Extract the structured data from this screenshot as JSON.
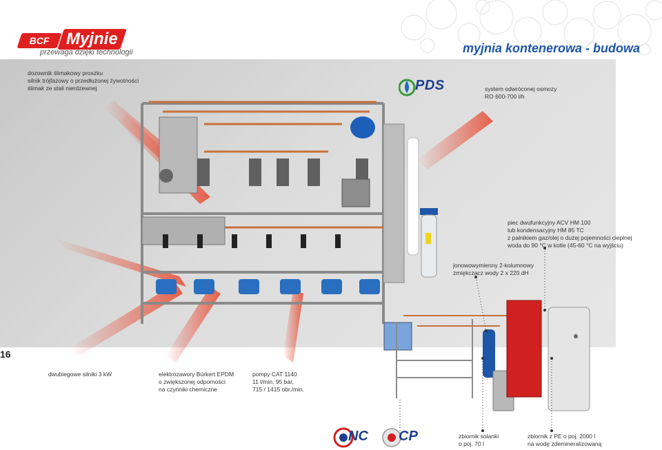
{
  "header": {
    "logo_badge": "BCF",
    "logo_name": "Myjnie",
    "tagline": "przewaga dzięki technologii",
    "title": "myjnia kontenerowa - budowa"
  },
  "brand": {
    "pds": "PDS",
    "nc": "NC",
    "cp": "CP"
  },
  "captions": {
    "dozownik": "dozownik ślimakowy proszku\nsilnik trójfazowy o przedłużonej żywotności\nślimak ze stali nierdzewnej",
    "osmoza": "system odwróconej osmozy\nRO 600-700 l/h",
    "piec": "piec dwufunkcyjny ACV HM 100\nlub kondensacyjny HM 85 TC\nz palnikiem gaz/olej o dużej pojemności cieplnej\nwoda do 90 °C w kotle (45-60 °C na wyjściu)",
    "jonowymienny": "jonowowymienny 2-kolumnowy\nzmiękczacz wody 2 x 220 dH",
    "silniki": "dwubiegowe silniki 3 kW",
    "elektrozawory": "elektrozawory Bürkert EPDM\no zwiększonej odporności\nna czynniki chemiczne",
    "pompy": "pompy CAT 1140\n11 l/min, 95 bar,\n715 / 1415 obr./min.",
    "zbiornik_solanki": "zbiornik solanki\no poj. 70 l",
    "zbiornik_pe": "zbiornik z PE o poj. 2000 l\nna wodę zdemineralizowaną"
  },
  "page_number": "16",
  "colors": {
    "brand_red": "#e02020",
    "title_blue": "#1e56a8",
    "pds_blue": "#1d3d8f",
    "panel_grey": "#d2d2d2",
    "arrow_red": "#e84a30"
  }
}
